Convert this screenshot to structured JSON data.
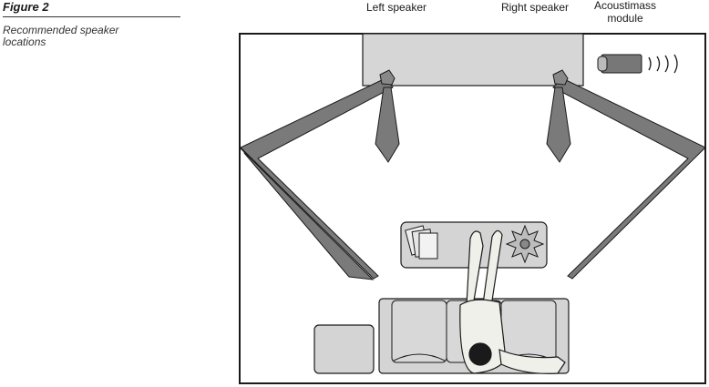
{
  "figure": {
    "title": "Figure 2",
    "caption": "Recommended speaker locations"
  },
  "labels": {
    "left_speaker": "Left speaker",
    "right_speaker": "Right speaker",
    "module": "Acoustimass module"
  },
  "colors": {
    "wall": "#d6d6d6",
    "beam": "#7a7a7a",
    "outline": "#1a1a1a",
    "furniture": "#d4d4d4",
    "person": "#f0f0ea"
  }
}
